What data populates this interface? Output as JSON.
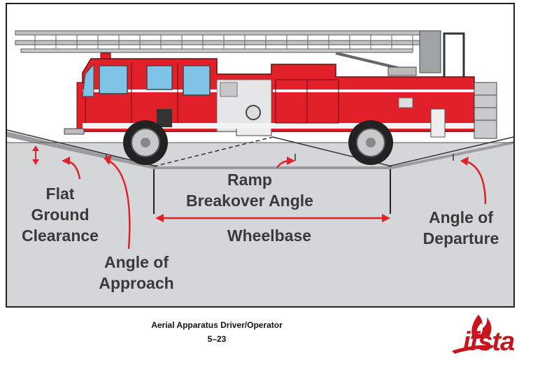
{
  "diagram": {
    "labels": {
      "flat_ground_clearance": [
        "Flat",
        "Ground",
        "Clearance"
      ],
      "angle_of_approach": [
        "Angle of",
        "Approach"
      ],
      "ramp_breakover_angle": [
        "Ramp",
        "Breakover Angle"
      ],
      "wheelbase": "Wheelbase",
      "angle_of_departure": [
        "Angle of",
        "Departure"
      ]
    },
    "colors": {
      "truck_red": "#e2202a",
      "ground_gray": "#d4d6d8",
      "arrow_red": "#e2202a",
      "text_gray": "#3a3a3a"
    }
  },
  "caption": {
    "title": "Aerial Apparatus Driver/Operator",
    "page": "5–23"
  },
  "logo": {
    "text": "ifsta",
    "icon": "flame-icon"
  }
}
